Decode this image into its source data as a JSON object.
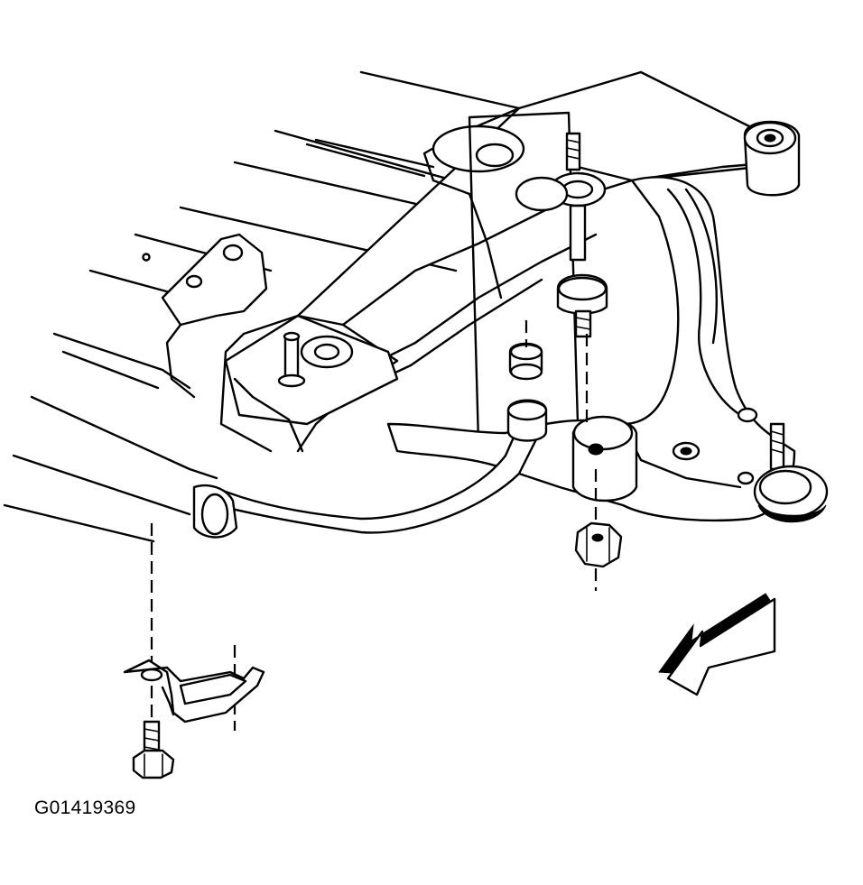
{
  "figure": {
    "code": "G01419369"
  },
  "colors": {
    "ink": "#000000",
    "paper": "#ffffff"
  },
  "parts": [
    "frame-crossmember",
    "engine-mount-bracket",
    "stabilizer-shaft",
    "stabilizer-link-bolt",
    "link-bushings",
    "insulator-bushing",
    "stabilizer-clamp-bracket",
    "clamp-bolt",
    "link-nut",
    "lower-control-arm",
    "ball-joint",
    "direction-arrow"
  ]
}
